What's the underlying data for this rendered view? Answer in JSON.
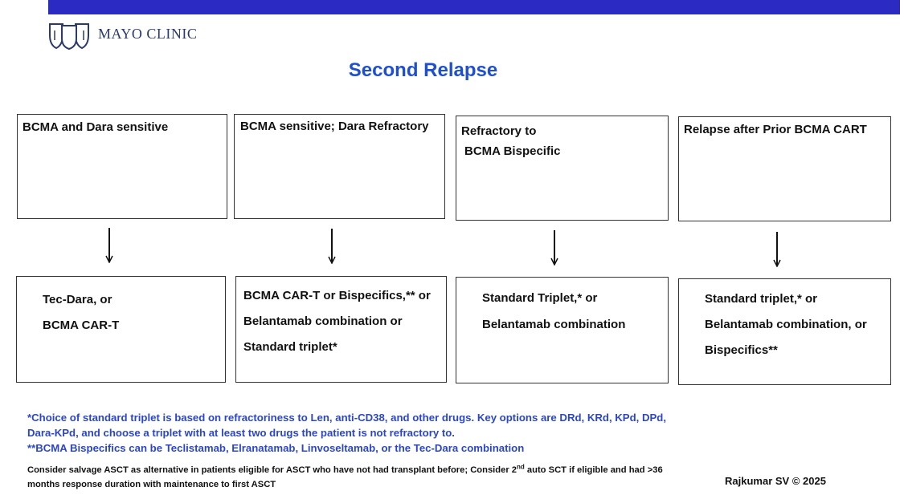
{
  "header": {
    "brand": "MAYO CLINIC",
    "title": "Second Relapse",
    "accent_color": "#2b2bc4",
    "title_color": "#1f4fd1"
  },
  "columns": [
    {
      "condition": [
        "BCMA and Dara sensitive"
      ],
      "treatment": [
        "Tec-Dara, or",
        "BCMA CAR-T"
      ]
    },
    {
      "condition": [
        "BCMA sensitive; Dara Refractory"
      ],
      "treatment": [
        "BCMA CAR-T or Bispecifics,** or",
        "Belantamab combination or",
        "Standard triplet*"
      ]
    },
    {
      "condition": [
        "Refractory to",
        "BCMA Bispecific"
      ],
      "treatment": [
        "Standard Triplet,* or",
        "Belantamab combination"
      ]
    },
    {
      "condition": [
        "Relapse after Prior BCMA CART"
      ],
      "treatment": [
        "Standard triplet,* or",
        "Belantamab combination, or",
        "Bispecifics**"
      ]
    }
  ],
  "footnotes": {
    "triplet_line1": "*Choice of standard triplet is based on refractoriness to Len, anti-CD38, and other drugs. Key options are DRd, KRd, KPd, DPd,",
    "triplet_line2": "Dara-KPd, and choose a triplet with at least two drugs the patient is not refractory to.",
    "bispecifics": "**BCMA Bispecifics can be Teclistamab, Elranatamab, Linvoseltamab, or the Tec-Dara combination",
    "asct_part1": "Consider salvage ASCT as alternative in patients eligible for ASCT who have not had transplant before; Consider 2",
    "asct_sup": "nd",
    "asct_part2": " auto SCT if eligible and had >36",
    "asct_line2": "months response duration with maintenance to first ASCT"
  },
  "credit": "Rajkumar SV © 2025"
}
